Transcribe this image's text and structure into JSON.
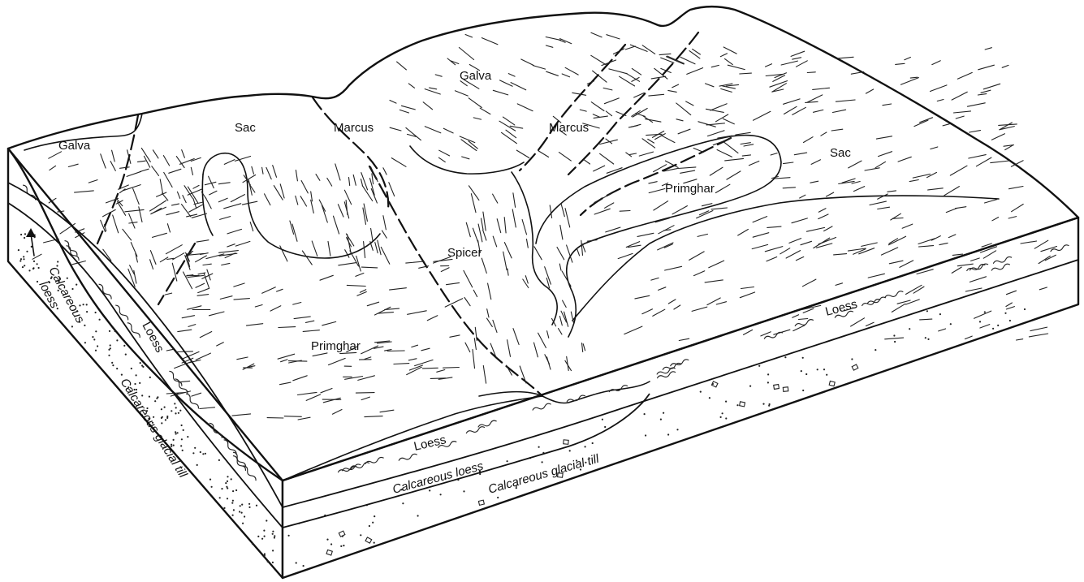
{
  "soil_series": [
    {
      "key": "galva_left",
      "text": "Galva"
    },
    {
      "key": "sac_left",
      "text": "Sac"
    },
    {
      "key": "marcus_center",
      "text": "Marcus"
    },
    {
      "key": "galva_top",
      "text": "Galva"
    },
    {
      "key": "marcus_right",
      "text": "Marcus"
    },
    {
      "key": "sac_right",
      "text": "Sac"
    },
    {
      "key": "primghar_right",
      "text": "Primghar"
    },
    {
      "key": "spicer",
      "text": "Spicer"
    },
    {
      "key": "primghar_center",
      "text": "Primghar"
    }
  ],
  "layers": {
    "front": {
      "loess": "Loess",
      "calcareous_loess": "Calcareous  loess",
      "calcareous_till": "Calcareous glacial till"
    },
    "left": {
      "calcareous_loess_line1": "Calcareous",
      "calcareous_loess_line2": "loess",
      "loess": "Loess",
      "calcareous_till": "Calcareous glacial till"
    },
    "right": {
      "loess": "Loess"
    }
  },
  "style": {
    "line_color": "#111111",
    "background": "#ffffff"
  }
}
